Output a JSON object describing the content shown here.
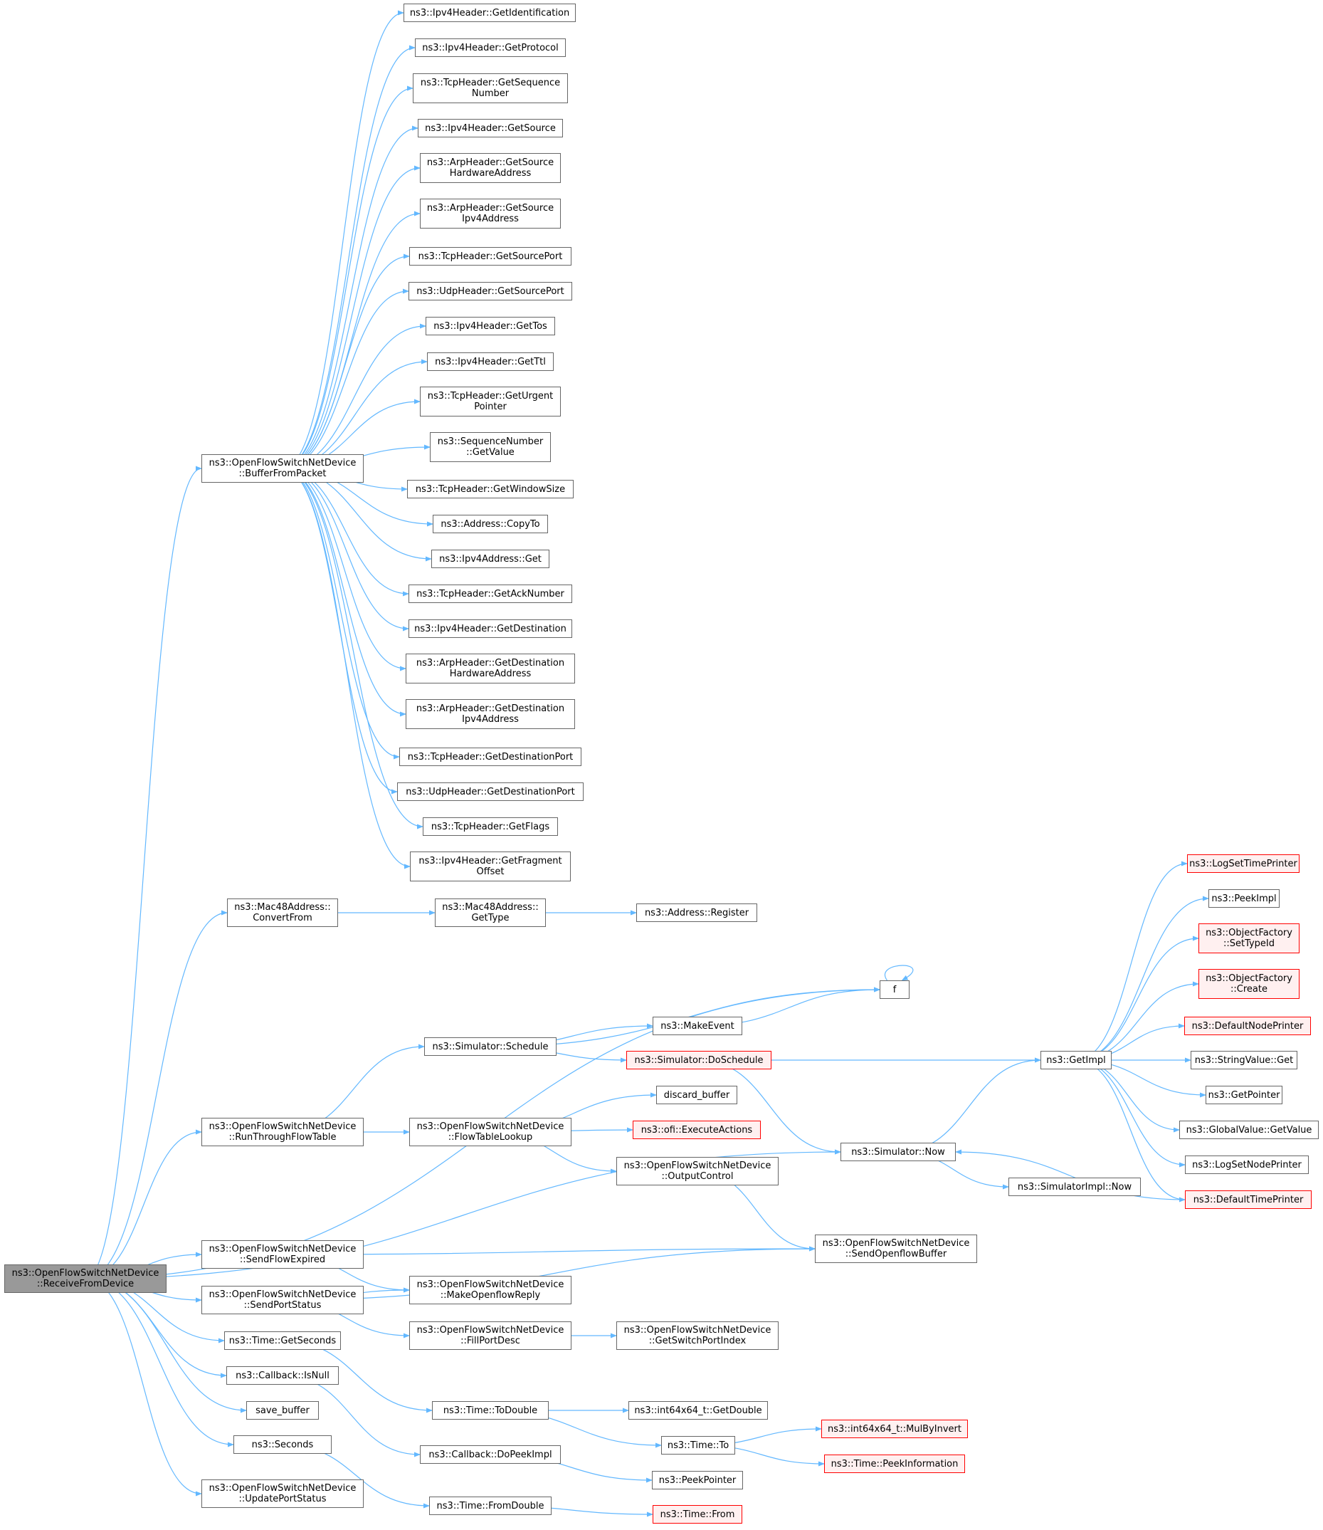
{
  "graph": {
    "edge_color": "#63b8ff",
    "root_fill": "#999999",
    "red_border": "#ff0000",
    "nodes": [
      {
        "id": "root",
        "lines": [
          "ns3::OpenFlowSwitchNetDevice",
          "::ReceiveFromDevice"
        ]
      },
      {
        "id": "bfp",
        "lines": [
          "ns3::OpenFlowSwitchNetDevice",
          "::BufferFromPacket"
        ]
      },
      {
        "id": "getid",
        "lines": [
          "ns3::Ipv4Header::GetIdentification"
        ]
      },
      {
        "id": "getproto",
        "lines": [
          "ns3::Ipv4Header::GetProtocol"
        ]
      },
      {
        "id": "getseq",
        "lines": [
          "ns3::TcpHeader::GetSequence",
          "Number"
        ]
      },
      {
        "id": "getsrc",
        "lines": [
          "ns3::Ipv4Header::GetSource"
        ]
      },
      {
        "id": "arpsrchw",
        "lines": [
          "ns3::ArpHeader::GetSource",
          "HardwareAddress"
        ]
      },
      {
        "id": "arpsrcip",
        "lines": [
          "ns3::ArpHeader::GetSource",
          "Ipv4Address"
        ]
      },
      {
        "id": "tcpsrcport",
        "lines": [
          "ns3::TcpHeader::GetSourcePort"
        ]
      },
      {
        "id": "udpsrcport",
        "lines": [
          "ns3::UdpHeader::GetSourcePort"
        ]
      },
      {
        "id": "gettos",
        "lines": [
          "ns3::Ipv4Header::GetTos"
        ]
      },
      {
        "id": "getttl",
        "lines": [
          "ns3::Ipv4Header::GetTtl"
        ]
      },
      {
        "id": "geturg",
        "lines": [
          "ns3::TcpHeader::GetUrgent",
          "Pointer"
        ]
      },
      {
        "id": "seqval",
        "lines": [
          "ns3::SequenceNumber",
          "::GetValue"
        ]
      },
      {
        "id": "winsize",
        "lines": [
          "ns3::TcpHeader::GetWindowSize"
        ]
      },
      {
        "id": "copyto",
        "lines": [
          "ns3::Address::CopyTo"
        ]
      },
      {
        "id": "ipv4get",
        "lines": [
          "ns3::Ipv4Address::Get"
        ]
      },
      {
        "id": "acknum",
        "lines": [
          "ns3::TcpHeader::GetAckNumber"
        ]
      },
      {
        "id": "getdest",
        "lines": [
          "ns3::Ipv4Header::GetDestination"
        ]
      },
      {
        "id": "arpdsthw",
        "lines": [
          "ns3::ArpHeader::GetDestination",
          "HardwareAddress"
        ]
      },
      {
        "id": "arpdstip",
        "lines": [
          "ns3::ArpHeader::GetDestination",
          "Ipv4Address"
        ]
      },
      {
        "id": "tcpdstport",
        "lines": [
          "ns3::TcpHeader::GetDestinationPort"
        ]
      },
      {
        "id": "udpdstport",
        "lines": [
          "ns3::UdpHeader::GetDestinationPort"
        ]
      },
      {
        "id": "getflags",
        "lines": [
          "ns3::TcpHeader::GetFlags"
        ]
      },
      {
        "id": "fragoff",
        "lines": [
          "ns3::Ipv4Header::GetFragment",
          "Offset"
        ]
      },
      {
        "id": "convfrom",
        "lines": [
          "ns3::Mac48Address::",
          "ConvertFrom"
        ]
      },
      {
        "id": "gettype",
        "lines": [
          "ns3::Mac48Address::",
          "GetType"
        ]
      },
      {
        "id": "register",
        "lines": [
          "ns3::Address::Register"
        ]
      },
      {
        "id": "f",
        "lines": [
          "f"
        ]
      },
      {
        "id": "schedule",
        "lines": [
          "ns3::Simulator::Schedule"
        ]
      },
      {
        "id": "makeevent",
        "lines": [
          "ns3::MakeEvent"
        ]
      },
      {
        "id": "doschedule",
        "lines": [
          "ns3::Simulator::DoSchedule"
        ],
        "red": true
      },
      {
        "id": "getimpl",
        "lines": [
          "ns3::GetImpl"
        ]
      },
      {
        "id": "logsettp",
        "lines": [
          "ns3::LogSetTimePrinter"
        ],
        "red": true
      },
      {
        "id": "peekimpl",
        "lines": [
          "ns3::PeekImpl"
        ]
      },
      {
        "id": "ofsettype",
        "lines": [
          "ns3::ObjectFactory",
          "::SetTypeId"
        ],
        "red": true
      },
      {
        "id": "ofcreate",
        "lines": [
          "ns3::ObjectFactory",
          "::Create"
        ],
        "red": true
      },
      {
        "id": "defnodep",
        "lines": [
          "ns3::DefaultNodePrinter"
        ],
        "red": true
      },
      {
        "id": "strvalget",
        "lines": [
          "ns3::StringValue::Get"
        ]
      },
      {
        "id": "getpointer",
        "lines": [
          "ns3::GetPointer"
        ]
      },
      {
        "id": "gvgetval",
        "lines": [
          "ns3::GlobalValue::GetValue"
        ]
      },
      {
        "id": "logsetnp",
        "lines": [
          "ns3::LogSetNodePrinter"
        ]
      },
      {
        "id": "deftimep",
        "lines": [
          "ns3::DefaultTimePrinter"
        ],
        "red": true
      },
      {
        "id": "rtft",
        "lines": [
          "ns3::OpenFlowSwitchNetDevice",
          "::RunThroughFlowTable"
        ]
      },
      {
        "id": "ftl",
        "lines": [
          "ns3::OpenFlowSwitchNetDevice",
          "::FlowTableLookup"
        ]
      },
      {
        "id": "discard",
        "lines": [
          "discard_buffer"
        ]
      },
      {
        "id": "execact",
        "lines": [
          "ns3::ofi::ExecuteActions"
        ],
        "red": true
      },
      {
        "id": "outctrl",
        "lines": [
          "ns3::OpenFlowSwitchNetDevice",
          "::OutputControl"
        ]
      },
      {
        "id": "simnow",
        "lines": [
          "ns3::Simulator::Now"
        ]
      },
      {
        "id": "implnow",
        "lines": [
          "ns3::SimulatorImpl::Now"
        ]
      },
      {
        "id": "sendofb",
        "lines": [
          "ns3::OpenFlowSwitchNetDevice",
          "::SendOpenflowBuffer"
        ]
      },
      {
        "id": "sendfe",
        "lines": [
          "ns3::OpenFlowSwitchNetDevice",
          "::SendFlowExpired"
        ]
      },
      {
        "id": "makereply",
        "lines": [
          "ns3::OpenFlowSwitchNetDevice",
          "::MakeOpenflowReply"
        ]
      },
      {
        "id": "sendps",
        "lines": [
          "ns3::OpenFlowSwitchNetDevice",
          "::SendPortStatus"
        ]
      },
      {
        "id": "fillpd",
        "lines": [
          "ns3::OpenFlowSwitchNetDevice",
          "::FillPortDesc"
        ]
      },
      {
        "id": "getspi",
        "lines": [
          "ns3::OpenFlowSwitchNetDevice",
          "::GetSwitchPortIndex"
        ]
      },
      {
        "id": "getsec",
        "lines": [
          "ns3::Time::GetSeconds"
        ]
      },
      {
        "id": "todouble",
        "lines": [
          "ns3::Time::ToDouble"
        ]
      },
      {
        "id": "getdouble",
        "lines": [
          "ns3::int64x64_t::GetDouble"
        ]
      },
      {
        "id": "timeto",
        "lines": [
          "ns3::Time::To"
        ]
      },
      {
        "id": "mulbyinv",
        "lines": [
          "ns3::int64x64_t::MulByInvert"
        ],
        "red": true
      },
      {
        "id": "peekinfo",
        "lines": [
          "ns3::Time::PeekInformation"
        ],
        "red": true
      },
      {
        "id": "isnull",
        "lines": [
          "ns3::Callback::IsNull"
        ]
      },
      {
        "id": "dopeek",
        "lines": [
          "ns3::Callback::DoPeekImpl"
        ]
      },
      {
        "id": "peekptr",
        "lines": [
          "ns3::PeekPointer"
        ]
      },
      {
        "id": "savebuf",
        "lines": [
          "save_buffer"
        ]
      },
      {
        "id": "seconds",
        "lines": [
          "ns3::Seconds"
        ]
      },
      {
        "id": "fromdouble",
        "lines": [
          "ns3::Time::FromDouble"
        ]
      },
      {
        "id": "timefrom",
        "lines": [
          "ns3::Time::From"
        ],
        "red": true
      },
      {
        "id": "updps",
        "lines": [
          "ns3::OpenFlowSwitchNetDevice",
          "::UpdatePortStatus"
        ]
      }
    ],
    "edges": [
      [
        "root",
        "bfp"
      ],
      [
        "root",
        "convfrom"
      ],
      [
        "root",
        "f"
      ],
      [
        "root",
        "rtft"
      ],
      [
        "root",
        "simnow"
      ],
      [
        "root",
        "sendfe"
      ],
      [
        "root",
        "sendps"
      ],
      [
        "root",
        "getsec"
      ],
      [
        "root",
        "isnull"
      ],
      [
        "root",
        "savebuf"
      ],
      [
        "root",
        "seconds"
      ],
      [
        "root",
        "updps"
      ],
      [
        "bfp",
        "getid"
      ],
      [
        "bfp",
        "getproto"
      ],
      [
        "bfp",
        "getseq"
      ],
      [
        "bfp",
        "getsrc"
      ],
      [
        "bfp",
        "arpsrchw"
      ],
      [
        "bfp",
        "arpsrcip"
      ],
      [
        "bfp",
        "tcpsrcport"
      ],
      [
        "bfp",
        "udpsrcport"
      ],
      [
        "bfp",
        "gettos"
      ],
      [
        "bfp",
        "getttl"
      ],
      [
        "bfp",
        "geturg"
      ],
      [
        "bfp",
        "seqval"
      ],
      [
        "bfp",
        "winsize"
      ],
      [
        "bfp",
        "copyto"
      ],
      [
        "bfp",
        "ipv4get"
      ],
      [
        "bfp",
        "acknum"
      ],
      [
        "bfp",
        "getdest"
      ],
      [
        "bfp",
        "arpdsthw"
      ],
      [
        "bfp",
        "arpdstip"
      ],
      [
        "bfp",
        "tcpdstport"
      ],
      [
        "bfp",
        "udpdstport"
      ],
      [
        "bfp",
        "getflags"
      ],
      [
        "bfp",
        "fragoff"
      ],
      [
        "convfrom",
        "gettype"
      ],
      [
        "gettype",
        "register"
      ],
      [
        "f",
        "f"
      ],
      [
        "schedule",
        "f"
      ],
      [
        "schedule",
        "makeevent"
      ],
      [
        "schedule",
        "doschedule"
      ],
      [
        "makeevent",
        "f"
      ],
      [
        "doschedule",
        "getimpl"
      ],
      [
        "doschedule",
        "simnow"
      ],
      [
        "getimpl",
        "logsettp"
      ],
      [
        "getimpl",
        "peekimpl"
      ],
      [
        "getimpl",
        "ofsettype"
      ],
      [
        "getimpl",
        "ofcreate"
      ],
      [
        "getimpl",
        "defnodep"
      ],
      [
        "getimpl",
        "strvalget"
      ],
      [
        "getimpl",
        "getpointer"
      ],
      [
        "getimpl",
        "gvgetval"
      ],
      [
        "getimpl",
        "logsetnp"
      ],
      [
        "getimpl",
        "deftimep"
      ],
      [
        "simnow",
        "getimpl"
      ],
      [
        "simnow",
        "implnow"
      ],
      [
        "deftimep",
        "simnow"
      ],
      [
        "rtft",
        "schedule"
      ],
      [
        "rtft",
        "ftl"
      ],
      [
        "ftl",
        "discard"
      ],
      [
        "ftl",
        "execact"
      ],
      [
        "ftl",
        "outctrl"
      ],
      [
        "outctrl",
        "sendofb"
      ],
      [
        "sendfe",
        "sendofb"
      ],
      [
        "sendfe",
        "makereply"
      ],
      [
        "sendps",
        "makereply"
      ],
      [
        "sendps",
        "fillpd"
      ],
      [
        "sendps",
        "sendofb"
      ],
      [
        "fillpd",
        "getspi"
      ],
      [
        "getsec",
        "todouble"
      ],
      [
        "todouble",
        "getdouble"
      ],
      [
        "todouble",
        "timeto"
      ],
      [
        "timeto",
        "mulbyinv"
      ],
      [
        "timeto",
        "peekinfo"
      ],
      [
        "isnull",
        "dopeek"
      ],
      [
        "dopeek",
        "peekptr"
      ],
      [
        "seconds",
        "fromdouble"
      ],
      [
        "fromdouble",
        "timefrom"
      ]
    ]
  }
}
